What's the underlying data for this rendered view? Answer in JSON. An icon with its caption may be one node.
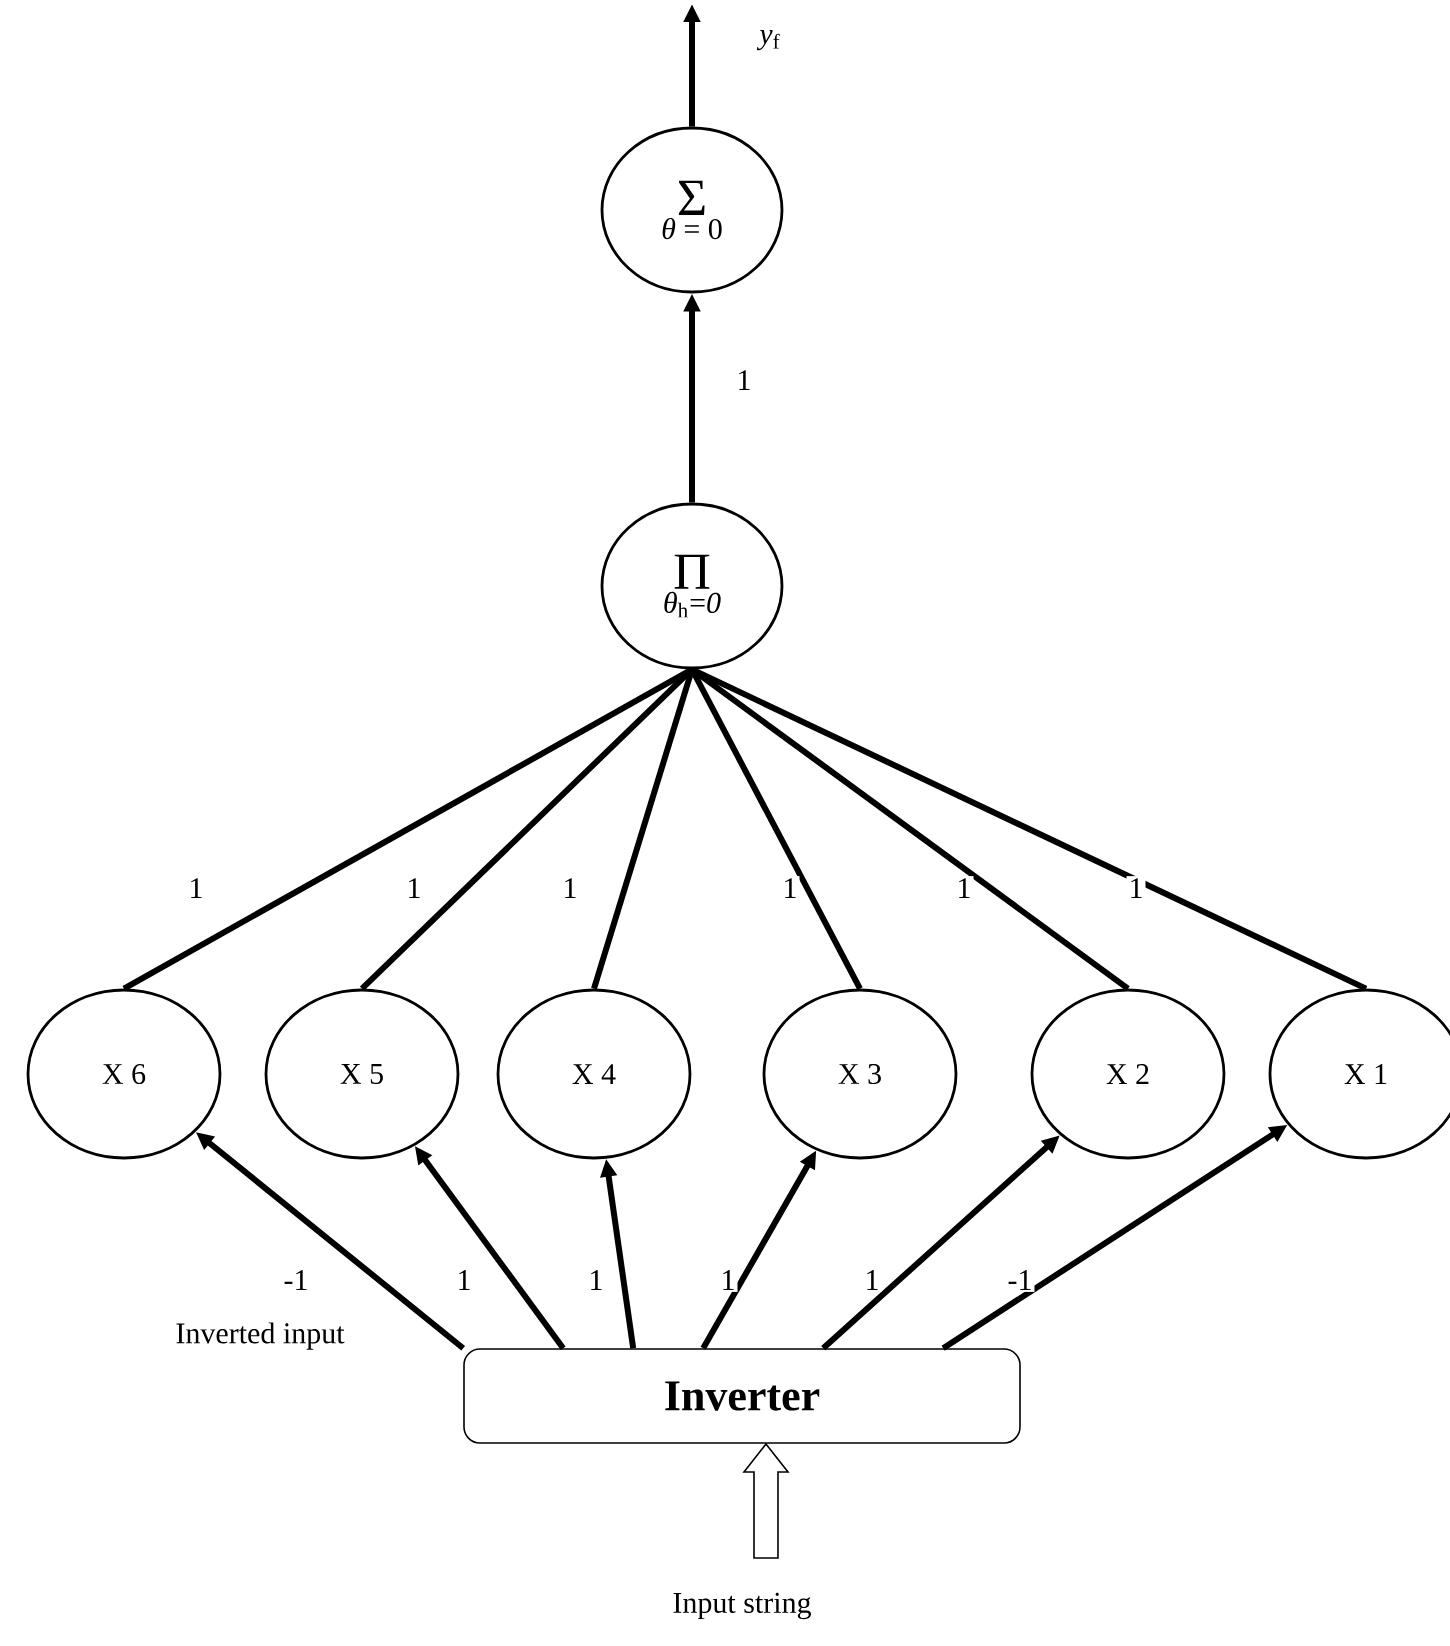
{
  "diagram": {
    "nodes": [
      {
        "text": [
          "Σ",
          "*θ* = 0"
        ]
      },
      {
        "text": [
          "Π",
          "*θ*$_{h}$=*0*"
        ]
      },
      {
        "text": [
          "X 6"
        ]
      },
      {
        "text": [
          "X 5"
        ]
      },
      {
        "text": [
          "X 4"
        ]
      },
      {
        "text": [
          "X 3"
        ]
      },
      {
        "text": [
          "X 2"
        ]
      },
      {
        "text": [
          "X 1"
        ]
      },
      {
        "text": [
          "Inverter"
        ]
      },
      {
        "text": [
          "Input string"
        ]
      }
    ],
    "edges": [
      {
        "from": 0,
        "to": null,
        "arrow": "to",
        "label": "*y*$_{f}$"
      },
      {
        "from": 1,
        "to": 0,
        "arrow": "to",
        "label": "1"
      },
      {
        "from": 2,
        "to": 1,
        "arrow": "none",
        "label": "1"
      },
      {
        "from": 3,
        "to": 1,
        "arrow": "none",
        "label": "1"
      },
      {
        "from": 4,
        "to": 1,
        "arrow": "none",
        "label": "1"
      },
      {
        "from": 5,
        "to": 1,
        "arrow": "none",
        "label": "1"
      },
      {
        "from": 6,
        "to": 1,
        "arrow": "none",
        "label": "1"
      },
      {
        "from": 7,
        "to": 1,
        "arrow": "none",
        "label": "1"
      },
      {
        "from": 8,
        "to": 2,
        "arrow": "to",
        "label": "-1"
      },
      {
        "from": 8,
        "to": 3,
        "arrow": "to",
        "label": "1"
      },
      {
        "from": 8,
        "to": 4,
        "arrow": "to",
        "label": "1"
      },
      {
        "from": 8,
        "to": 5,
        "arrow": "to",
        "label": "1"
      },
      {
        "from": 8,
        "to": 6,
        "arrow": "to",
        "label": "1"
      },
      {
        "from": 8,
        "to": 7,
        "arrow": "to",
        "label": "-1"
      },
      {
        "from": 9,
        "to": 8,
        "arrow": "to"
      }
    ],
    "labels": [
      "Inverted input"
    ]
  }
}
